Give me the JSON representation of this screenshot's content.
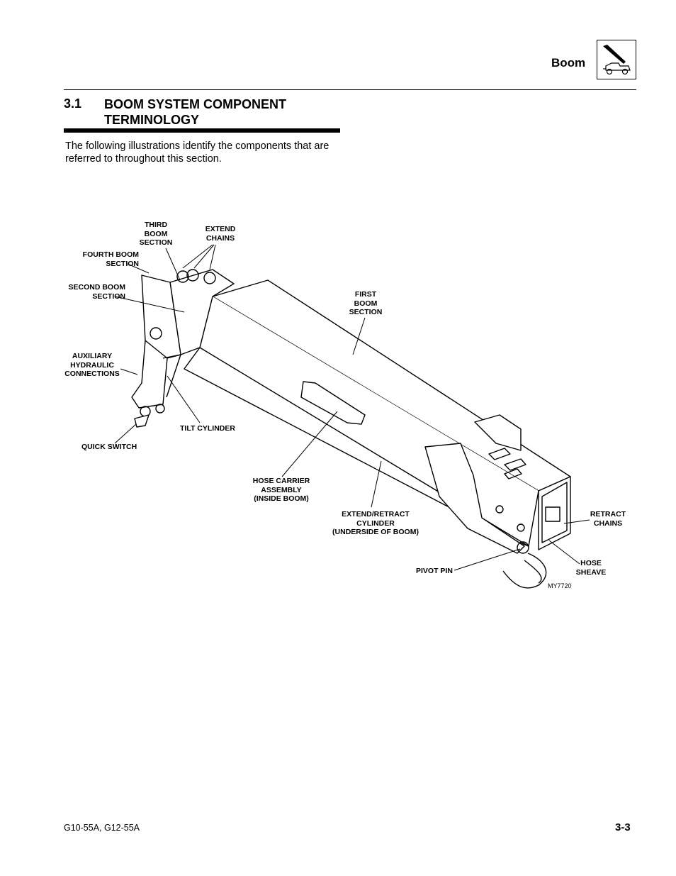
{
  "header": {
    "section_title": "Boom",
    "icon": "boom-telehandler-icon"
  },
  "section": {
    "number": "3.1",
    "title": "BOOM SYSTEM COMPONENT TERMINOLOGY",
    "intro": "The following illustrations identify the components that are referred to throughout this section."
  },
  "figure": {
    "id": "MY7720",
    "labels": {
      "third_boom_section": "THIRD\nBOOM\nSECTION",
      "extend_chains": "EXTEND\nCHAINS",
      "fourth_boom_section": "FOURTH BOOM\nSECTION",
      "second_boom_section": "SECOND BOOM\nSECTION",
      "first_boom_section": "FIRST\nBOOM\nSECTION",
      "auxiliary_hydraulic_connections": "AUXILIARY\nHYDRAULIC\nCONNECTIONS",
      "tilt_cylinder": "TILT CYLINDER",
      "quick_switch": "QUICK SWITCH",
      "hose_carrier_assembly": "HOSE CARRIER\nASSEMBLY\n(INSIDE BOOM)",
      "extend_retract_cylinder": "EXTEND/RETRACT\nCYLINDER\n(UNDERSIDE OF BOOM)",
      "retract_chains": "RETRACT\nCHAINS",
      "pivot_pin": "PIVOT PIN",
      "hose_sheave": "HOSE\nSHEAVE"
    }
  },
  "footer": {
    "model": "G10-55A, G12-55A",
    "page": "3-3"
  }
}
